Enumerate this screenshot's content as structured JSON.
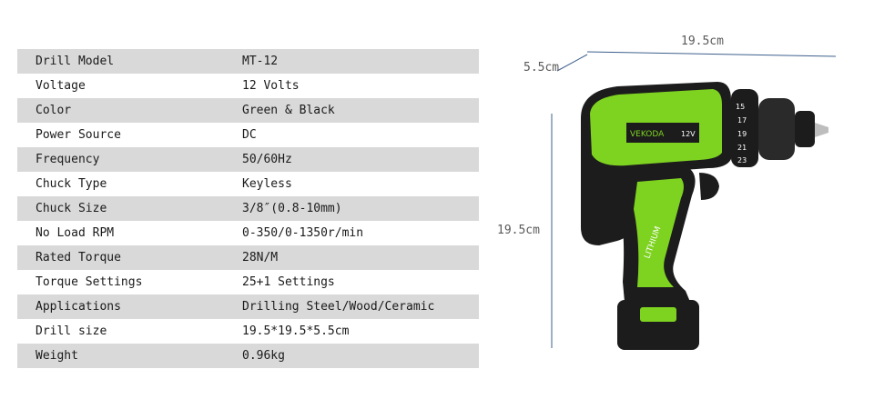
{
  "specs": [
    {
      "label": "Drill Model",
      "value": "MT-12"
    },
    {
      "label": "Voltage",
      "value": "12 Volts"
    },
    {
      "label": "Color",
      "value": "Green & Black"
    },
    {
      "label": "Power Source",
      "value": "DC"
    },
    {
      "label": "Frequency",
      "value": "50/60Hz"
    },
    {
      "label": "Chuck Type",
      "value": "Keyless"
    },
    {
      "label": "Chuck Size",
      "value": "3/8″(0.8-10mm)"
    },
    {
      "label": "No Load RPM",
      "value": "0-350/0-1350r/min"
    },
    {
      "label": "Rated Torque",
      "value": "28N/M"
    },
    {
      "label": "Torque Settings",
      "value": "25+1 Settings"
    },
    {
      "label": "Applications",
      "value": "Drilling Steel/Wood/Ceramic"
    },
    {
      "label": "Drill size",
      "value": "19.5*19.5*5.5cm"
    },
    {
      "label": "Weight",
      "value": "0.96kg"
    }
  ],
  "dimensions": {
    "length": "19.5cm",
    "width": "5.5cm",
    "height": "19.5cm"
  },
  "product_image": {
    "icon": "cordless-drill-icon",
    "brand": "VEKODA",
    "battery_label": "LITHIUM",
    "badge": "12V",
    "clutch_numbers": [
      "15",
      "17",
      "19",
      "21",
      "23"
    ],
    "colors": {
      "accent": "#7ed321",
      "body": "#1c1c1c"
    }
  }
}
